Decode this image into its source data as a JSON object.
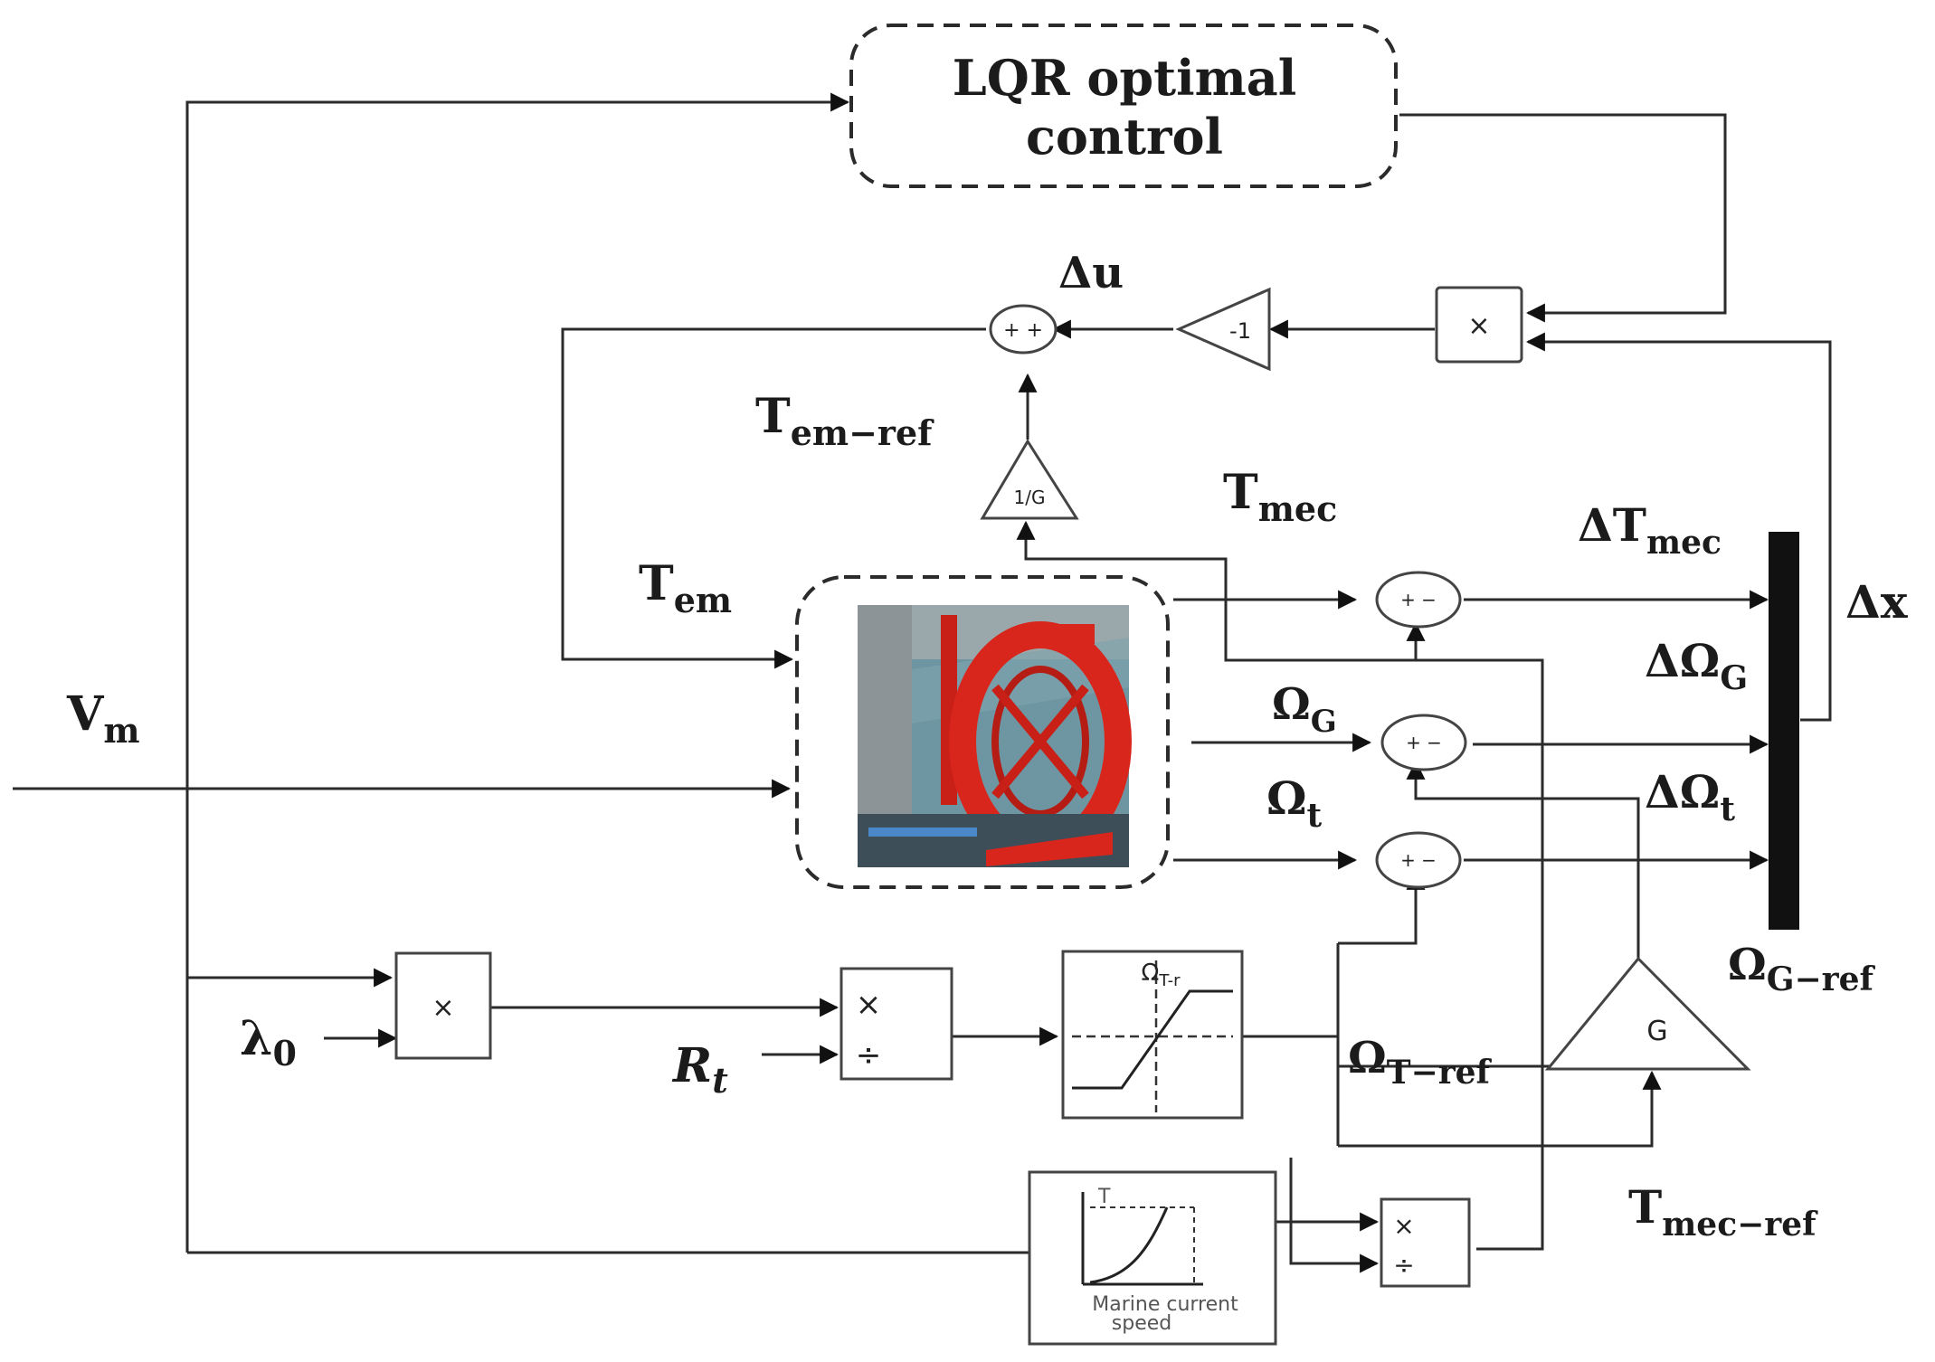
{
  "lqr_block": {
    "line1": "LQR optimal",
    "line2": "control"
  },
  "labels": {
    "delta_u": "Δu",
    "t_em_ref": {
      "base": "T",
      "sub": "em−ref"
    },
    "t_mec": {
      "base": "T",
      "sub": "mec"
    },
    "t_em": {
      "base": "T",
      "sub": "em"
    },
    "v_m": {
      "base": "V",
      "sub": "m"
    },
    "delta_t_mec": {
      "base": "ΔT",
      "sub": "mec"
    },
    "delta_x": "Δx",
    "delta_omega_g": {
      "base": "ΔΩ",
      "sub": "G"
    },
    "omega_g": {
      "base": "Ω",
      "sub": "G"
    },
    "omega_t": {
      "base": "Ω",
      "sub": "t"
    },
    "delta_omega_t": {
      "base": "ΔΩ",
      "sub": "t"
    },
    "omega_g_ref": {
      "base": "Ω",
      "sub": "G−ref"
    },
    "lambda0": {
      "base": "λ",
      "sub": "0"
    },
    "r_t": {
      "base": "R",
      "sub": "t"
    },
    "omega_t_ref": {
      "base": "Ω",
      "sub": "T−ref"
    },
    "t_mec_ref": {
      "base": "T",
      "sub": "mec−ref"
    }
  },
  "blocks": {
    "gain_neg": "-1",
    "gain_g_out": "G",
    "gain_top": "1/G",
    "mult_sign": "×",
    "div_sign": "÷",
    "sat_label": "Ω",
    "sat_label_sub": "T-r",
    "curve_caption_1": "Marine current",
    "curve_caption_2": "speed",
    "curve_axis": "T"
  },
  "colors": {
    "turbine_red": "#d8261c",
    "water": "#5f8e9a"
  }
}
